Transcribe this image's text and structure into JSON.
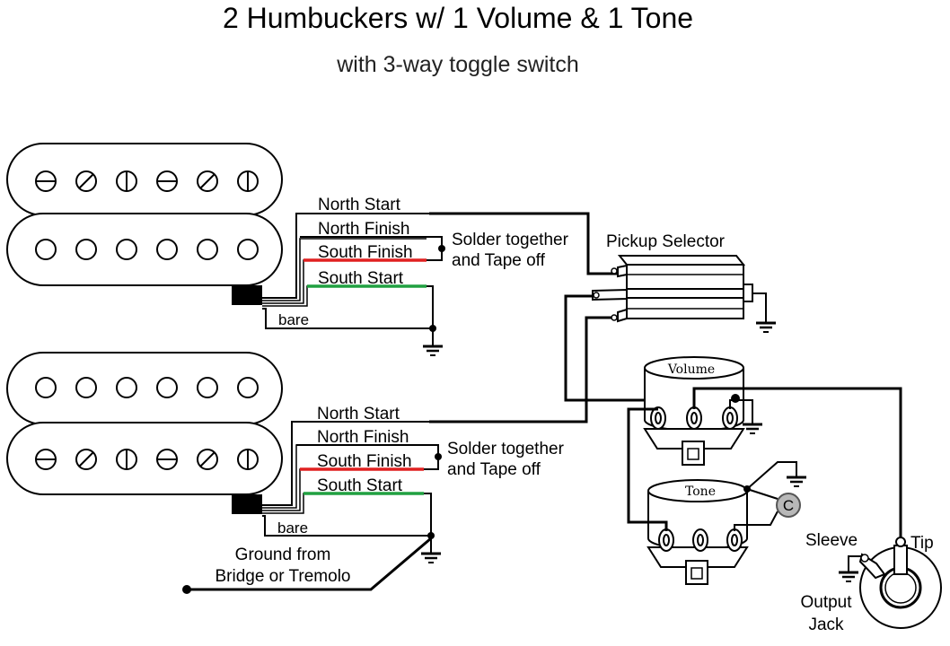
{
  "title": "2 Humbuckers w/ 1 Volume & 1 Tone",
  "subtitle": "with 3-way toggle switch",
  "pickups": [
    {
      "wires": [
        "North Start",
        "North Finish",
        "South Finish",
        "South Start"
      ],
      "bare": "bare",
      "note_line1": "Solder together",
      "note_line2": "and Tape off"
    },
    {
      "wires": [
        "North Start",
        "North Finish",
        "South Finish",
        "South Start"
      ],
      "bare": "bare",
      "note_line1": "Solder together",
      "note_line2": "and Tape off"
    }
  ],
  "wire_colors": {
    "north_start": "#000000",
    "north_finish": "#c8c8c8",
    "south_finish": "#e02020",
    "south_start": "#20a040"
  },
  "selector_label": "Pickup Selector",
  "volume_label": "Volume",
  "tone_label": "Tone",
  "capacitor_label": "C",
  "ground_line1": "Ground from",
  "ground_line2": "Bridge or Tremolo",
  "jack": {
    "sleeve": "Sleeve",
    "tip": "Tip",
    "label_line1": "Output",
    "label_line2": "Jack"
  }
}
